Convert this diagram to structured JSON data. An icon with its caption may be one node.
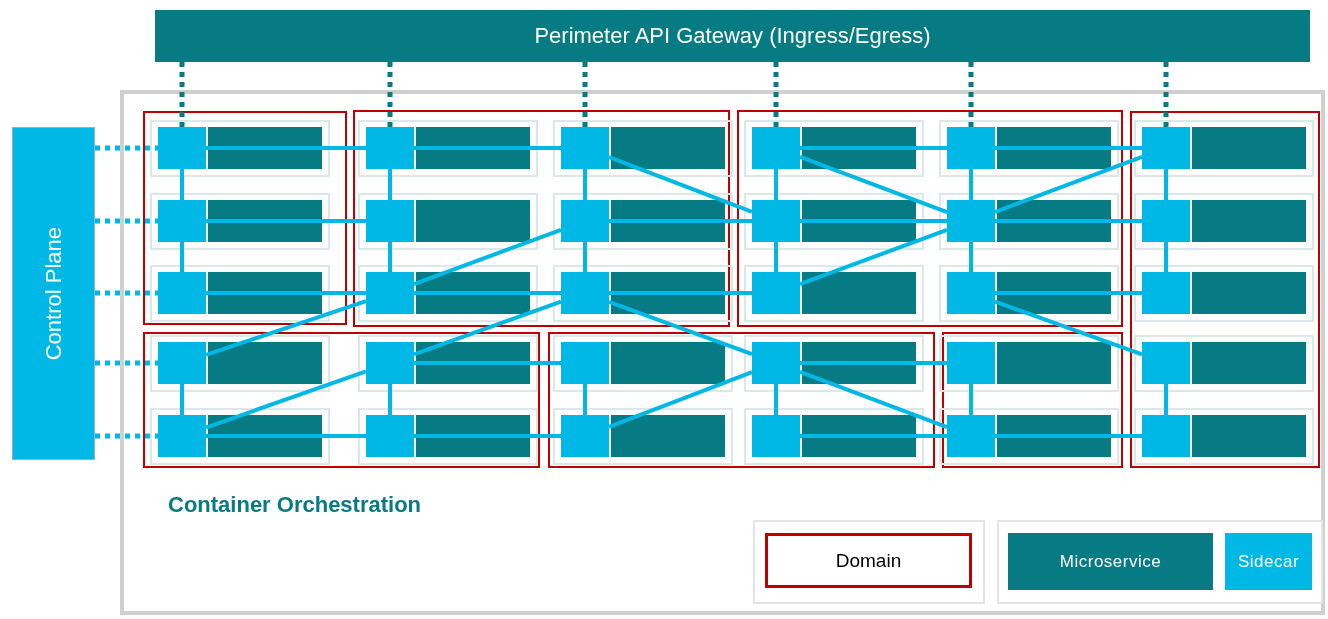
{
  "diagram": {
    "nodes": [
      {
        "text": [
          "Perimeter API Gateway (Ingress/Egress)"
        ]
      },
      {
        "text": [
          "Control Plane"
        ]
      },
      {
        "text": [
          "Container Orchestration"
        ]
      },
      {
        "text": [],
        "shape": "box",
        "in": 2
      },
      {
        "text": [],
        "shape": "box",
        "in": 2
      },
      {
        "text": [],
        "shape": "box",
        "in": 2
      },
      {
        "text": [],
        "shape": "box",
        "in": 2
      },
      {
        "text": [],
        "shape": "box",
        "in": 2
      },
      {
        "text": [],
        "shape": "box",
        "in": 2
      },
      {
        "text": [],
        "shape": "box",
        "in": 2
      },
      {
        "text": [],
        "shape": "box",
        "in": 3
      },
      {
        "text": [],
        "shape": "box",
        "in": 4
      },
      {
        "text": [],
        "shape": "box",
        "in": 4
      },
      {
        "text": [],
        "shape": "box",
        "in": 5
      },
      {
        "text": [],
        "shape": "box",
        "in": 5
      },
      {
        "text": [],
        "shape": "box",
        "in": 6
      },
      {
        "text": [],
        "shape": "box",
        "in": 3
      },
      {
        "text": [],
        "shape": "box",
        "in": 4
      },
      {
        "text": [],
        "shape": "box",
        "in": 4
      },
      {
        "text": [],
        "shape": "box",
        "in": 5
      },
      {
        "text": [],
        "shape": "box",
        "in": 5
      },
      {
        "text": [],
        "shape": "box",
        "in": 6
      },
      {
        "text": [],
        "shape": "box",
        "in": 3
      },
      {
        "text": [],
        "shape": "box",
        "in": 4
      },
      {
        "text": [],
        "shape": "box",
        "in": 4
      },
      {
        "text": [],
        "shape": "box",
        "in": 5
      },
      {
        "text": [],
        "shape": "box",
        "in": 5
      },
      {
        "text": [],
        "shape": "box",
        "in": 6
      },
      {
        "text": [],
        "shape": "box",
        "in": 7
      },
      {
        "text": [],
        "shape": "box",
        "in": 7
      },
      {
        "text": [],
        "shape": "box",
        "in": 8
      },
      {
        "text": [],
        "shape": "box",
        "in": 8
      },
      {
        "text": [],
        "shape": "box",
        "in": 9
      },
      {
        "text": [],
        "shape": "box",
        "in": 6
      },
      {
        "text": [],
        "shape": "box",
        "in": 7
      },
      {
        "text": [],
        "shape": "box",
        "in": 7
      },
      {
        "text": [],
        "shape": "box",
        "in": 8
      },
      {
        "text": [],
        "shape": "box",
        "in": 8
      },
      {
        "text": [],
        "shape": "box",
        "in": 9
      },
      {
        "text": [],
        "shape": "box",
        "in": 6
      }
    ],
    "edges": [
      {
        "from": 0,
        "to": 10,
        "arrow": "none",
        "style": "dashed",
        "color": "#077b83"
      },
      {
        "from": 0,
        "to": 11,
        "arrow": "none",
        "style": "dashed",
        "color": "#077b83"
      },
      {
        "from": 0,
        "to": 12,
        "arrow": "none",
        "style": "dashed",
        "color": "#077b83"
      },
      {
        "from": 0,
        "to": 13,
        "arrow": "none",
        "style": "dashed",
        "color": "#077b83"
      },
      {
        "from": 0,
        "to": 14,
        "arrow": "none",
        "style": "dashed",
        "color": "#077b83"
      },
      {
        "from": 0,
        "to": 15,
        "arrow": "none",
        "style": "dashed",
        "color": "#077b83"
      },
      {
        "from": 1,
        "to": 10,
        "arrow": "none",
        "style": "dashed"
      },
      {
        "from": 1,
        "to": 16,
        "arrow": "none",
        "style": "dashed"
      },
      {
        "from": 1,
        "to": 22,
        "arrow": "none",
        "style": "dashed"
      },
      {
        "from": 1,
        "to": 28,
        "arrow": "none",
        "style": "dashed"
      },
      {
        "from": 1,
        "to": 34,
        "arrow": "none",
        "style": "dashed"
      },
      {
        "from": 10,
        "to": 11,
        "arrow": "none"
      },
      {
        "from": 11,
        "to": 12,
        "arrow": "none"
      },
      {
        "from": 13,
        "to": 14,
        "arrow": "none"
      },
      {
        "from": 14,
        "to": 15,
        "arrow": "none"
      },
      {
        "from": 16,
        "to": 17,
        "arrow": "none"
      },
      {
        "from": 18,
        "to": 19,
        "arrow": "none"
      },
      {
        "from": 19,
        "to": 20,
        "arrow": "none"
      },
      {
        "from": 20,
        "to": 21,
        "arrow": "none"
      },
      {
        "from": 22,
        "to": 23,
        "arrow": "none"
      },
      {
        "from": 23,
        "to": 24,
        "arrow": "none"
      },
      {
        "from": 24,
        "to": 25,
        "arrow": "none"
      },
      {
        "from": 26,
        "to": 27,
        "arrow": "none"
      },
      {
        "from": 29,
        "to": 30,
        "arrow": "none"
      },
      {
        "from": 31,
        "to": 32,
        "arrow": "none"
      },
      {
        "from": 34,
        "to": 35,
        "arrow": "none"
      },
      {
        "from": 35,
        "to": 36,
        "arrow": "none"
      },
      {
        "from": 37,
        "to": 38,
        "arrow": "none"
      },
      {
        "from": 38,
        "to": 39,
        "arrow": "none"
      },
      {
        "from": 10,
        "to": 16,
        "arrow": "none"
      },
      {
        "from": 16,
        "to": 22,
        "arrow": "none"
      },
      {
        "from": 28,
        "to": 34,
        "arrow": "none"
      },
      {
        "from": 11,
        "to": 17,
        "arrow": "none"
      },
      {
        "from": 17,
        "to": 23,
        "arrow": "none"
      },
      {
        "from": 29,
        "to": 35,
        "arrow": "none"
      },
      {
        "from": 12,
        "to": 18,
        "arrow": "none"
      },
      {
        "from": 18,
        "to": 24,
        "arrow": "none"
      },
      {
        "from": 30,
        "to": 36,
        "arrow": "none"
      },
      {
        "from": 13,
        "to": 19,
        "arrow": "none"
      },
      {
        "from": 19,
        "to": 25,
        "arrow": "none"
      },
      {
        "from": 31,
        "to": 37,
        "arrow": "none"
      },
      {
        "from": 14,
        "to": 20,
        "arrow": "none"
      },
      {
        "from": 20,
        "to": 26,
        "arrow": "none"
      },
      {
        "from": 32,
        "to": 38,
        "arrow": "none"
      },
      {
        "from": 15,
        "to": 21,
        "arrow": "none"
      },
      {
        "from": 21,
        "to": 27,
        "arrow": "none"
      },
      {
        "from": 33,
        "to": 39,
        "arrow": "none"
      },
      {
        "from": 28,
        "to": 23,
        "arrow": "none"
      },
      {
        "from": 34,
        "to": 29,
        "arrow": "none"
      },
      {
        "from": 23,
        "to": 18,
        "arrow": "none"
      },
      {
        "from": 29,
        "to": 24,
        "arrow": "none"
      },
      {
        "from": 12,
        "to": 19,
        "arrow": "none"
      },
      {
        "from": 24,
        "to": 31,
        "arrow": "none"
      },
      {
        "from": 36,
        "to": 31,
        "arrow": "none"
      },
      {
        "from": 13,
        "to": 20,
        "arrow": "none"
      },
      {
        "from": 25,
        "to": 20,
        "arrow": "none"
      },
      {
        "from": 20,
        "to": 15,
        "arrow": "none"
      },
      {
        "from": 31,
        "to": 38,
        "arrow": "none"
      },
      {
        "from": 26,
        "to": 33,
        "arrow": "none"
      }
    ],
    "legend": [
      {
        "text": "Domain"
      },
      {
        "text": "Microservice",
        "color": "#077b83"
      },
      {
        "text": "Sidecar",
        "color": "#00b8e6"
      }
    ]
  }
}
